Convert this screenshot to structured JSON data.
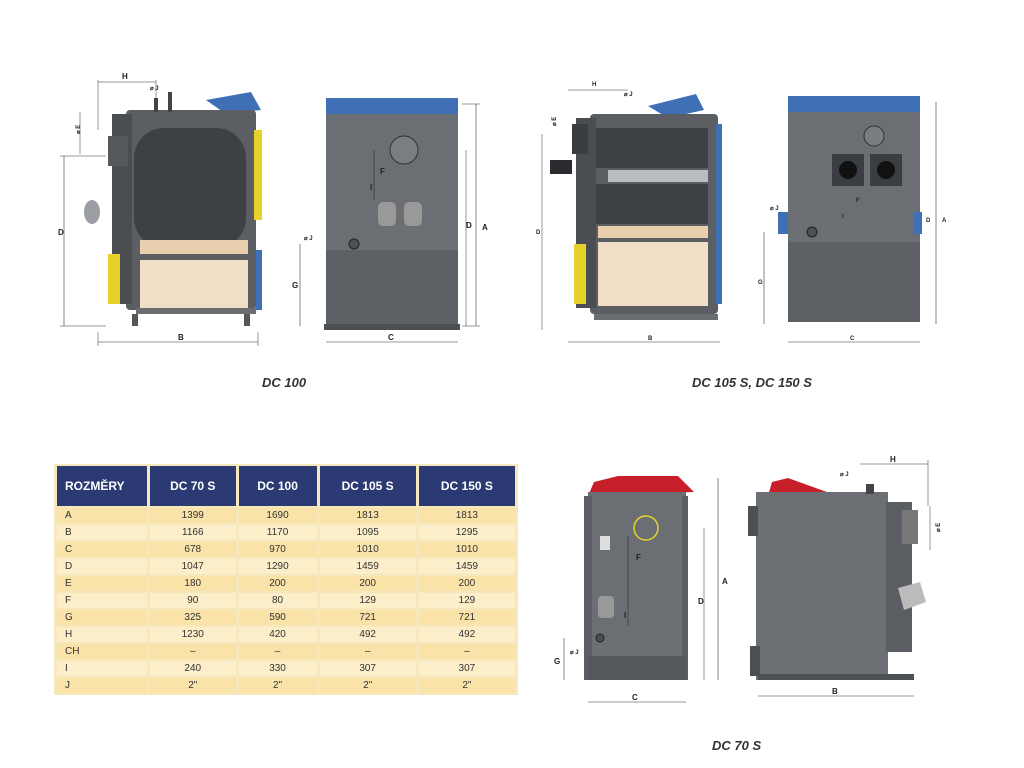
{
  "captions": {
    "dc100": "DC 100",
    "dc105": "DC 105 S, DC 150 S",
    "dc70": "DC 70 S"
  },
  "dim_labels": {
    "A": "A",
    "B": "B",
    "C": "C",
    "D": "D",
    "E": "E",
    "F": "F",
    "G": "G",
    "H": "H",
    "I": "I",
    "J": "J",
    "diam_E": "⌀ E",
    "diam_J": "⌀ J"
  },
  "table": {
    "headers": [
      "ROZMĚRY",
      "DC 70 S",
      "DC 100",
      "DC 105 S",
      "DC 150 S"
    ],
    "rows": [
      [
        "A",
        "1399",
        "1690",
        "1813",
        "1813"
      ],
      [
        "B",
        "1166",
        "1170",
        "1095",
        "1295"
      ],
      [
        "C",
        "678",
        "970",
        "1010",
        "1010"
      ],
      [
        "D",
        "1047",
        "1290",
        "1459",
        "1459"
      ],
      [
        "E",
        "180",
        "200",
        "200",
        "200"
      ],
      [
        "F",
        "90",
        "80",
        "129",
        "129"
      ],
      [
        "G",
        "325",
        "590",
        "721",
        "721"
      ],
      [
        "H",
        "1230",
        "420",
        "492",
        "492"
      ],
      [
        "CH",
        "–",
        "–",
        "–",
        "–"
      ],
      [
        "I",
        "240",
        "330",
        "307",
        "307"
      ],
      [
        "J",
        "2\"",
        "2\"",
        "2\"",
        "2\""
      ]
    ]
  },
  "colors": {
    "body_grey": "#6b6e73",
    "accent_blue": "#3f6fb5",
    "accent_yellow": "#e6d22a",
    "accent_red": "#c8202b",
    "table_header": "#2b3a72",
    "table_row_a": "#f9e3a9",
    "table_row_b": "#fbeec9"
  }
}
